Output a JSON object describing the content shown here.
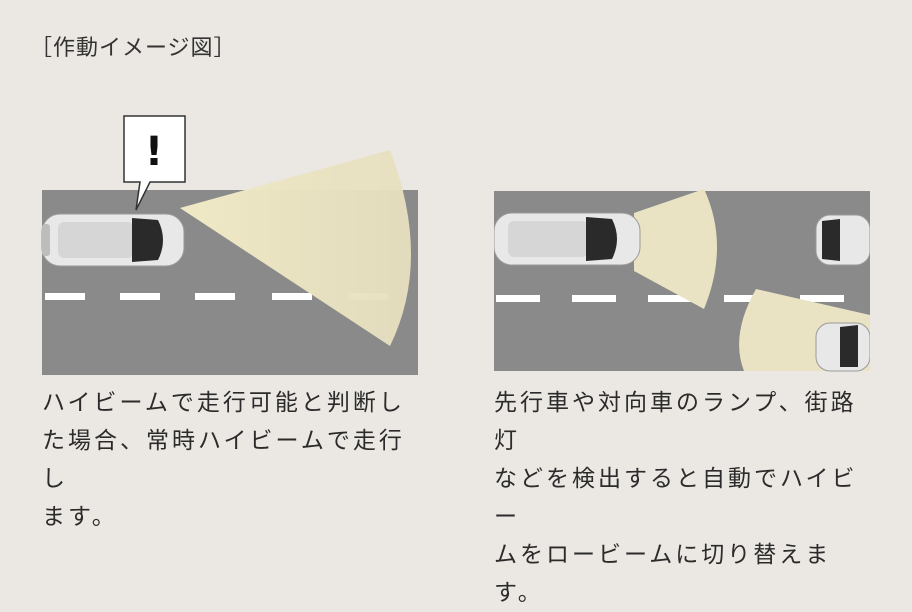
{
  "title": "［作動イメージ図］",
  "left_panel": {
    "warning_symbol": "!",
    "description_lines": [
      "ハイビームで走行可能と判断し",
      "た場合、常時ハイビームで走行し",
      "ます。"
    ]
  },
  "right_panel": {
    "description_lines": [
      "先行車や対向車のランプ、街路灯",
      "などを検出すると自動でハイビー",
      "ムをロービームに切り替えます。"
    ]
  },
  "colors": {
    "background": "#ebe7e2",
    "road": "#8a8a8a",
    "lane_marking": "#ffffff",
    "beam": "#e9e3c3",
    "car_body": "#e8e8e8"
  },
  "icons": [
    "warning-callout-icon",
    "car-icon"
  ]
}
